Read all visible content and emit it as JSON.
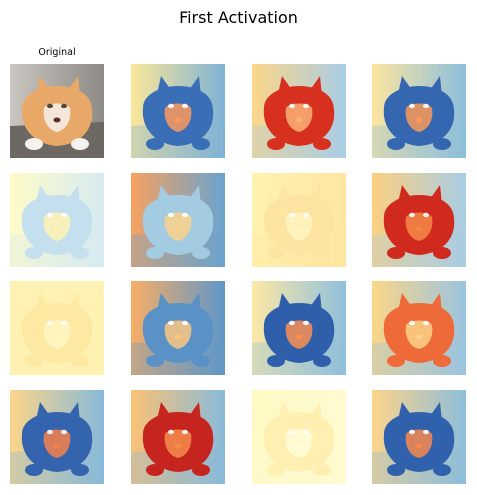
{
  "figure": {
    "title": "First Activation",
    "original_label": "Original"
  },
  "panels": [
    {
      "kind": "photo",
      "icon": "cat-photo"
    },
    {
      "kind": "activation",
      "palette": "blue-cat",
      "bg_left": "#fbe79a",
      "bg_right": "#7fb3d6",
      "cat": "#3a6fb8",
      "accent": "#fb9a5c"
    },
    {
      "kind": "activation",
      "palette": "red-cat",
      "bg_left": "#fcd68a",
      "bg_right": "#a9cde6",
      "cat": "#d7301f",
      "accent": "#fcb276"
    },
    {
      "kind": "activation",
      "palette": "blue-cat",
      "bg_left": "#fde5a0",
      "bg_right": "#8cbfdc",
      "cat": "#3567b1",
      "accent": "#f99a58"
    },
    {
      "kind": "activation",
      "palette": "faint-blue",
      "bg_left": "#fffbc8",
      "bg_right": "#d6ebf1",
      "cat": "#c4e0ee",
      "accent": "#fff2b3"
    },
    {
      "kind": "activation",
      "palette": "orange-bg",
      "bg_left": "#f7a260",
      "bg_right": "#6aa3cf",
      "cat": "#a3cbe2",
      "accent": "#fbd28a"
    },
    {
      "kind": "activation",
      "palette": "faint-yellow",
      "bg_left": "#fff3b0",
      "bg_right": "#fee6a1",
      "cat": "#fde4a0",
      "accent": "#fff5c0"
    },
    {
      "kind": "activation",
      "palette": "red-cat",
      "bg_left": "#fcd080",
      "bg_right": "#a8cde5",
      "cat": "#d02a1e",
      "accent": "#f48848"
    },
    {
      "kind": "activation",
      "palette": "flat",
      "bg_left": "#fff2b2",
      "bg_right": "#fff2b2",
      "cat": "#fee9a3",
      "accent": "#fff6c2"
    },
    {
      "kind": "activation",
      "palette": "blue-body",
      "bg_left": "#f9ae66",
      "bg_right": "#5f97c9",
      "cat": "#5a91c6",
      "accent": "#fbc780"
    },
    {
      "kind": "activation",
      "palette": "blue-cat",
      "bg_left": "#fde8a6",
      "bg_right": "#8fbfdc",
      "cat": "#2f5fab",
      "accent": "#f88f52"
    },
    {
      "kind": "activation",
      "palette": "orange-cat",
      "bg_left": "#fcd687",
      "bg_right": "#9ac4e0",
      "cat": "#ee6a38",
      "accent": "#fbd28a"
    },
    {
      "kind": "activation",
      "palette": "blue-cat",
      "bg_left": "#fdd58a",
      "bg_right": "#86bad9",
      "cat": "#3464ae",
      "accent": "#f6804a"
    },
    {
      "kind": "activation",
      "palette": "red-cat",
      "bg_left": "#fbc274",
      "bg_right": "#89bbdb",
      "cat": "#c6241f",
      "accent": "#f48c4c"
    },
    {
      "kind": "activation",
      "palette": "faint-yellow",
      "bg_left": "#fff9c4",
      "bg_right": "#fffad0",
      "cat": "#fff0b2",
      "accent": "#fffbd6"
    },
    {
      "kind": "activation",
      "palette": "blue-cat",
      "bg_left": "#fdd48a",
      "bg_right": "#8dbedb",
      "cat": "#3061ad",
      "accent": "#f78a50"
    }
  ]
}
